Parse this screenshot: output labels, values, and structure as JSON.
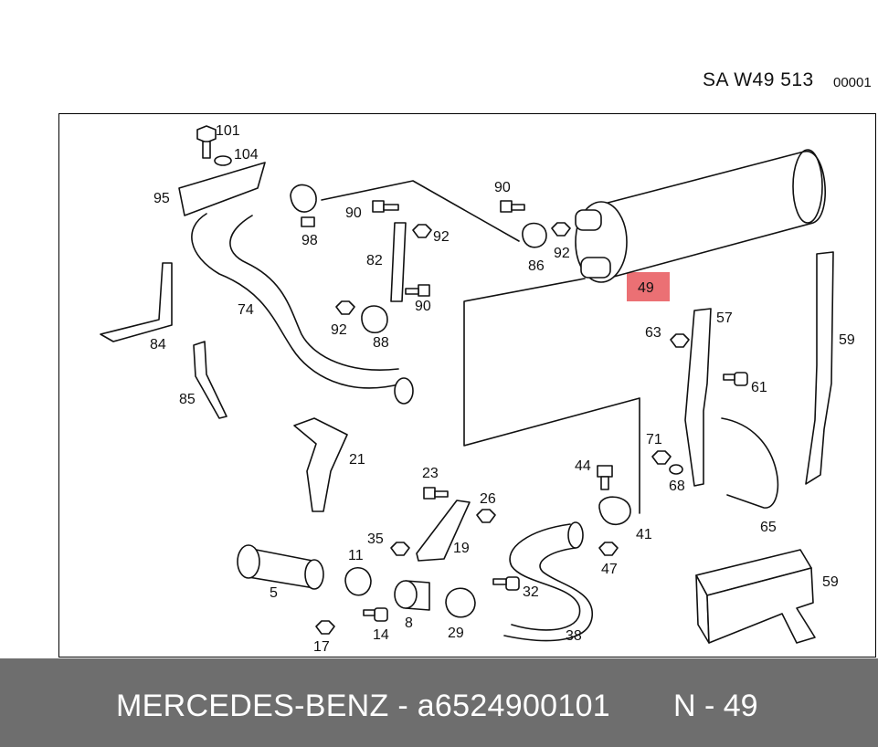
{
  "header": {
    "code": "SA W49 513",
    "number": "00001"
  },
  "footer": {
    "brand_part": "MERCEDES-BENZ - a6524900101",
    "position": "N - 49"
  },
  "highlight_color": "#e8575c",
  "labels": {
    "p101": "101",
    "p104": "104",
    "p95": "95",
    "p98": "98",
    "p90a": "90",
    "p92a": "92",
    "p90b": "90",
    "p86": "86",
    "p92b": "92",
    "p49": "49",
    "p82": "82",
    "p90c": "90",
    "p74": "74",
    "p84": "84",
    "p92c": "92",
    "p88": "88",
    "p57": "57",
    "p63": "63",
    "p59a": "59",
    "p61": "61",
    "p85": "85",
    "p21": "21",
    "p71": "71",
    "p44": "44",
    "p68": "68",
    "p23": "23",
    "p26": "26",
    "p65": "65",
    "p35": "35",
    "p19": "19",
    "p41": "41",
    "p11": "11",
    "p47": "47",
    "p59b": "59",
    "p5": "5",
    "p32": "32",
    "p8": "8",
    "p29": "29",
    "p14": "14",
    "p17": "17",
    "p38": "38"
  }
}
